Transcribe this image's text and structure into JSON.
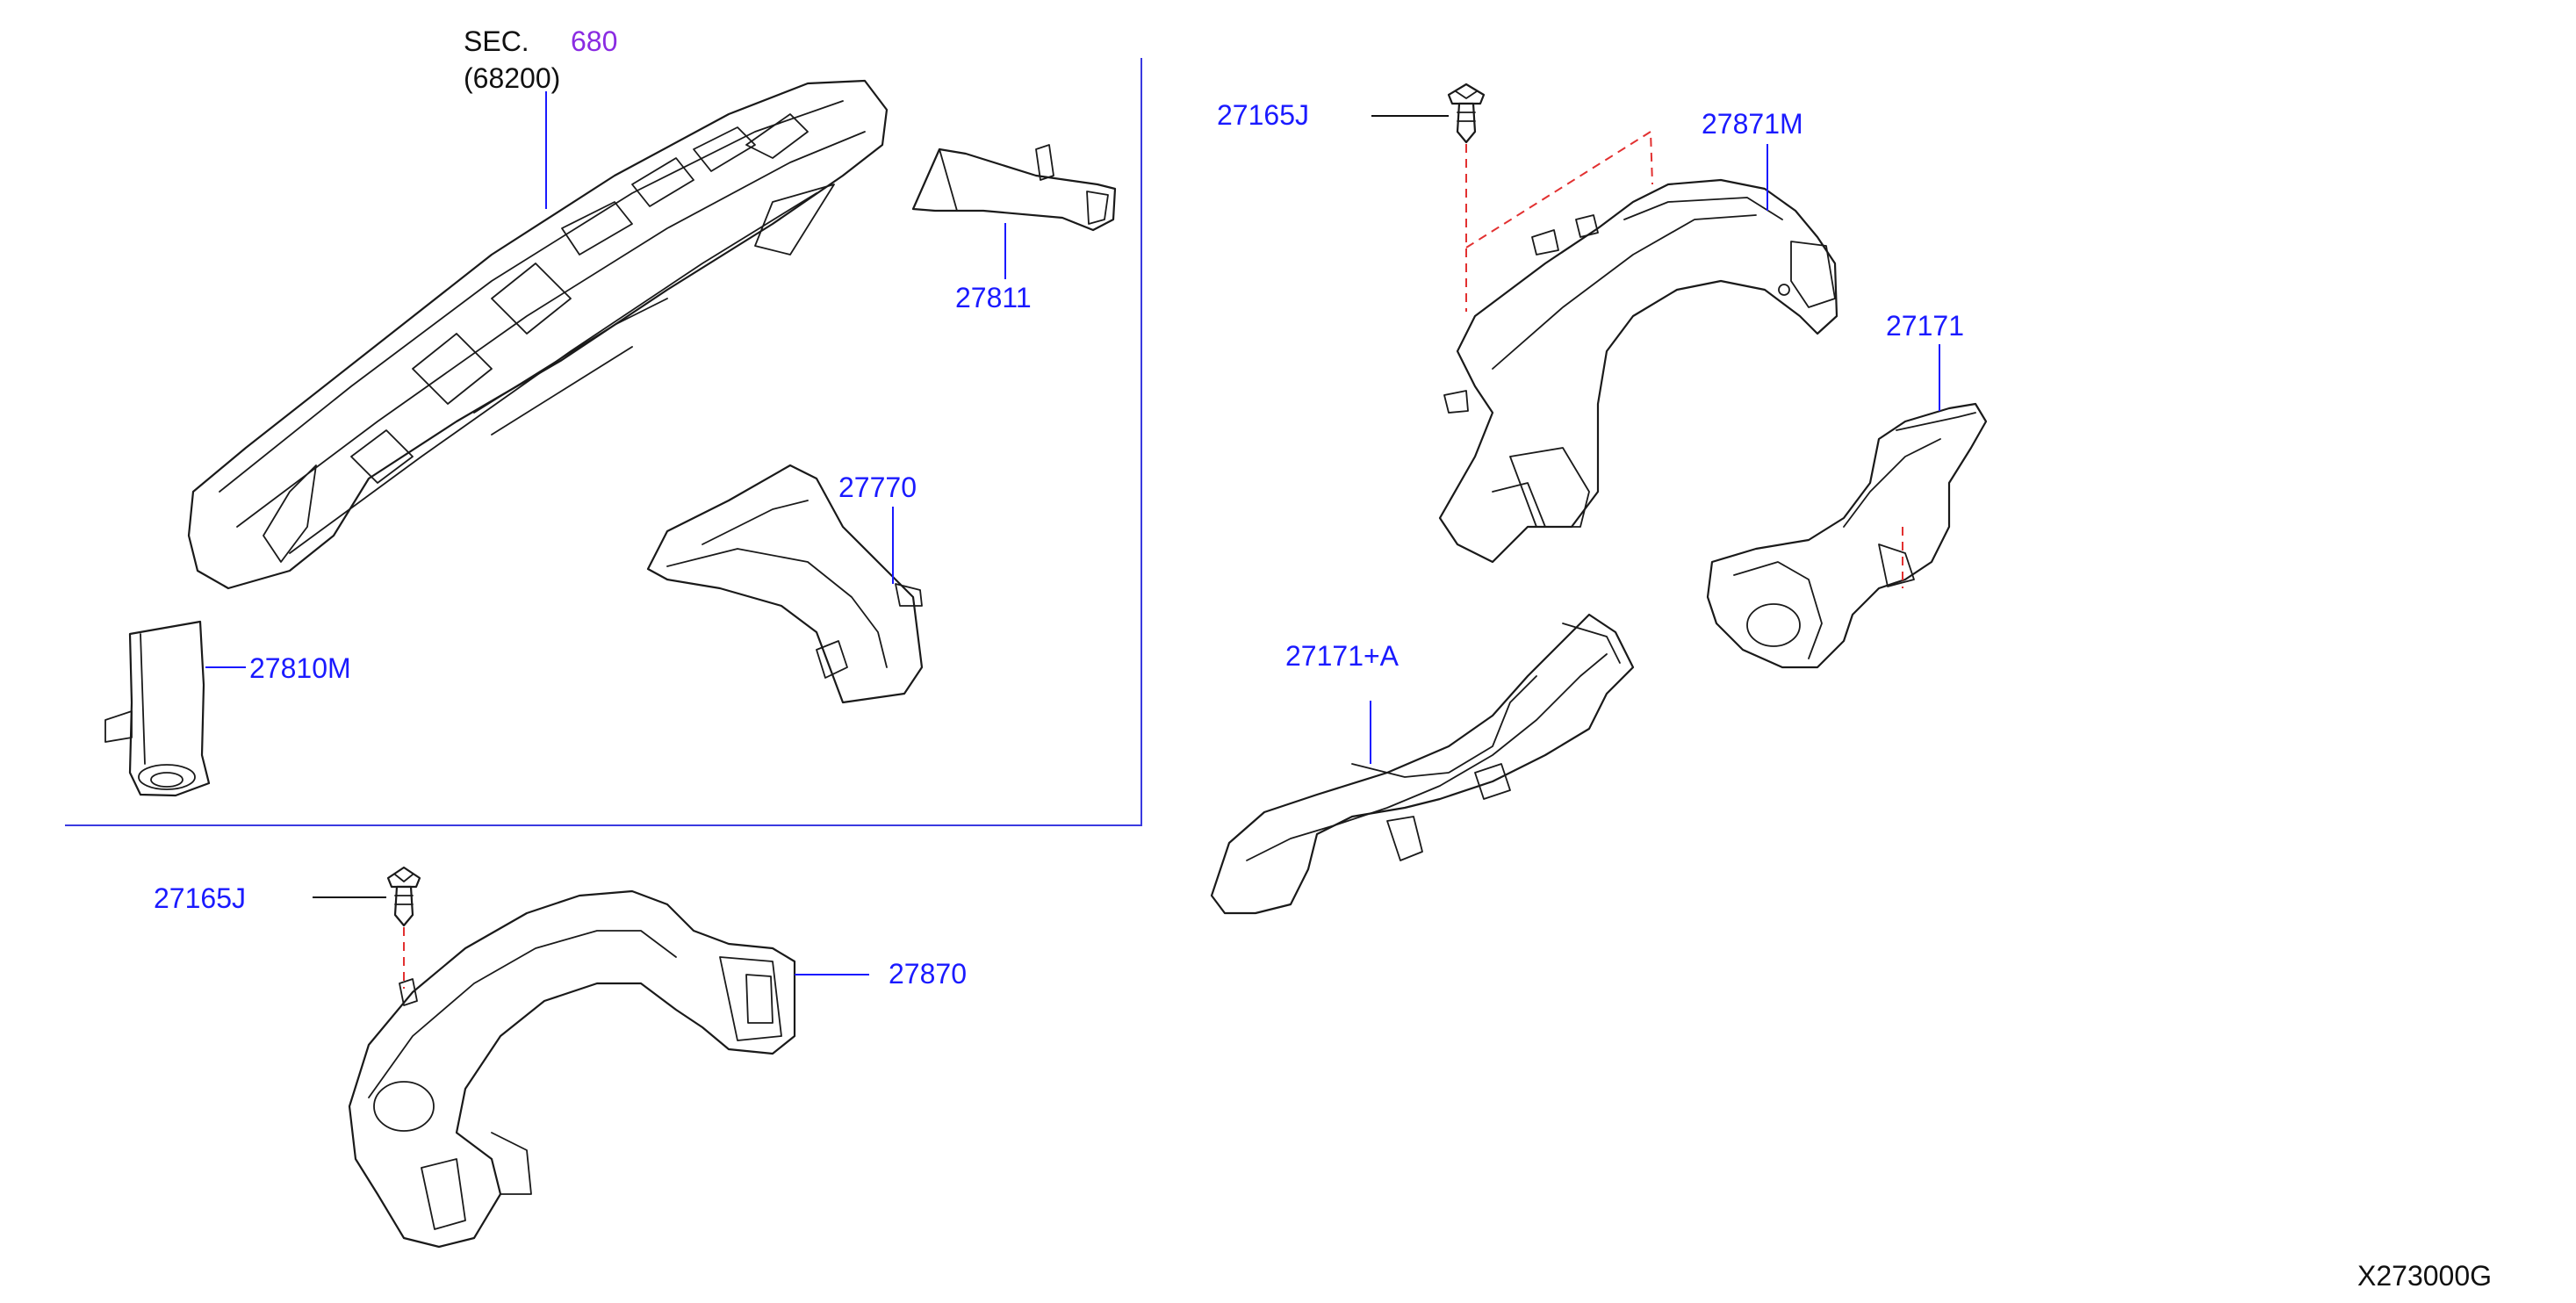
{
  "sec_label": "SEC.",
  "sec_number": "680",
  "sec_sub": "(68200)",
  "callouts": {
    "p27811": "27811",
    "p27770": "27770",
    "p27810m": "27810M",
    "p27165j_top": "27165J",
    "p27871m": "27871M",
    "p27171": "27171",
    "p27171a": "27171+A",
    "p27165j_bottom": "27165J",
    "p27870": "27870"
  },
  "diagram_code": "X273000G",
  "colors": {
    "callout": "#1a1aff",
    "section_ref": "#8a2be2",
    "hidden_line": "#e23030",
    "frame": "#3a3ae0"
  }
}
